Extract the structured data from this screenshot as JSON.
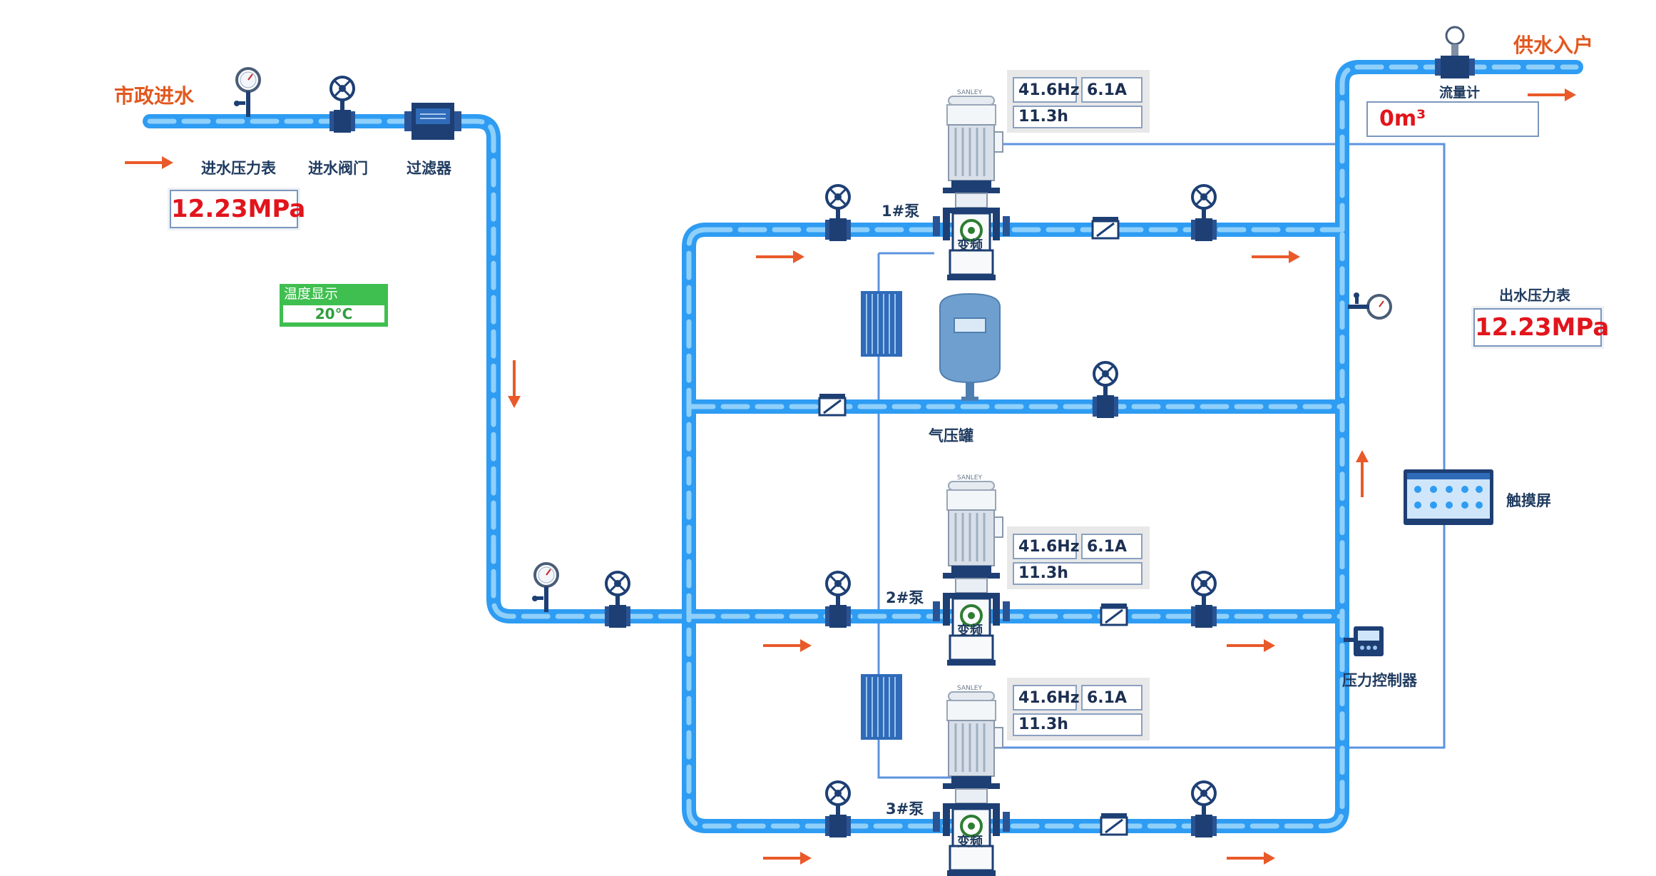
{
  "inlet": {
    "title": "市政进水",
    "pressure_gauge_label": "进水压力表",
    "valve_label": "进水阀门",
    "filter_label": "过滤器",
    "pressure": "12.23MPa"
  },
  "temperature": {
    "title": "温度显示",
    "value": "20°C"
  },
  "pumps": [
    {
      "name": "1#泵",
      "vfd_label": "变频",
      "frequency": "41.6Hz",
      "current": "6.1A",
      "runtime": "11.3h",
      "brand": "SANLEY"
    },
    {
      "name": "2#泵",
      "vfd_label": "变频",
      "frequency": "41.6Hz",
      "current": "6.1A",
      "runtime": "11.3h",
      "brand": "SANLEY"
    },
    {
      "name": "3#泵",
      "vfd_label": "变频",
      "frequency": "41.6Hz",
      "current": "6.1A",
      "runtime": "11.3h",
      "brand": "SANLEY"
    }
  ],
  "tank": {
    "label": "气压罐"
  },
  "outlet": {
    "title": "供水入户",
    "flowmeter_label": "流量计",
    "flow_value": "0m³",
    "pressure_label": "出水压力表",
    "pressure": "12.23MPa"
  },
  "touchscreen": {
    "label": "触摸屏"
  },
  "pressure_controller": {
    "label": "压力控制器"
  },
  "colors": {
    "pipe": "#2e9cf2",
    "pipe_highlight": "#8fd0fb",
    "arrow": "#e95a2a",
    "pressure_text": "#e1151c",
    "temperature_green": "#3fbf4f",
    "label_dark": "#1f3a5f"
  }
}
